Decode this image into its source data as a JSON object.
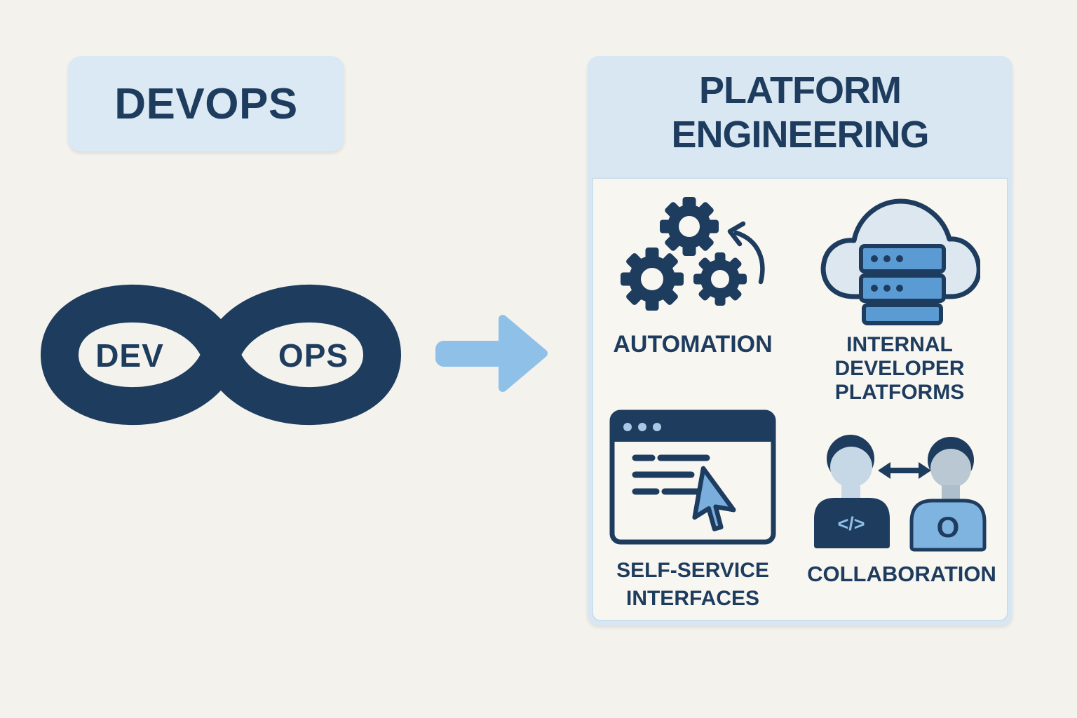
{
  "colors": {
    "background": "#f4f2ed",
    "navy": "#1e3c5e",
    "panel_blue": "#d9e7f3",
    "badge_blue": "#dbe9f4",
    "card_body": "#f8f6f1",
    "arrow_blue": "#8fc0e8",
    "server_blue": "#5b9bd4",
    "cursor_blue": "#79aedd",
    "cloud_fill": "#dce7f0",
    "face_left": "#c6d8e6",
    "face_right": "#b9c8d2",
    "shirt_right": "#7fb4e0"
  },
  "devops": {
    "title": "DEVOPS",
    "icon": "infinity-loop-icon",
    "infinity_left_label": "DEV",
    "infinity_right_label": "OPS"
  },
  "transition": {
    "icon": "right-arrow-icon"
  },
  "platform": {
    "title_lines": [
      "PLATFORM",
      "ENGINEERING"
    ],
    "person_left_symbol": "</>",
    "person_right_symbol": "O",
    "features": [
      {
        "id": "automation",
        "icon": "gears-automation-icon",
        "lines": [
          "AUTOMATION"
        ]
      },
      {
        "id": "internal-developer-platforms",
        "icon": "cloud-servers-icon",
        "lines": [
          "INTERNAL",
          "DEVELOPER",
          "PLATFORMS"
        ]
      },
      {
        "id": "self-service-interfaces",
        "icon": "browser-cursor-icon",
        "lines": [
          "SELF-SERVICE",
          "INTERFACES"
        ]
      },
      {
        "id": "collaboration",
        "icon": "people-collaboration-icon",
        "lines": [
          "COLLABORATION"
        ]
      }
    ]
  }
}
